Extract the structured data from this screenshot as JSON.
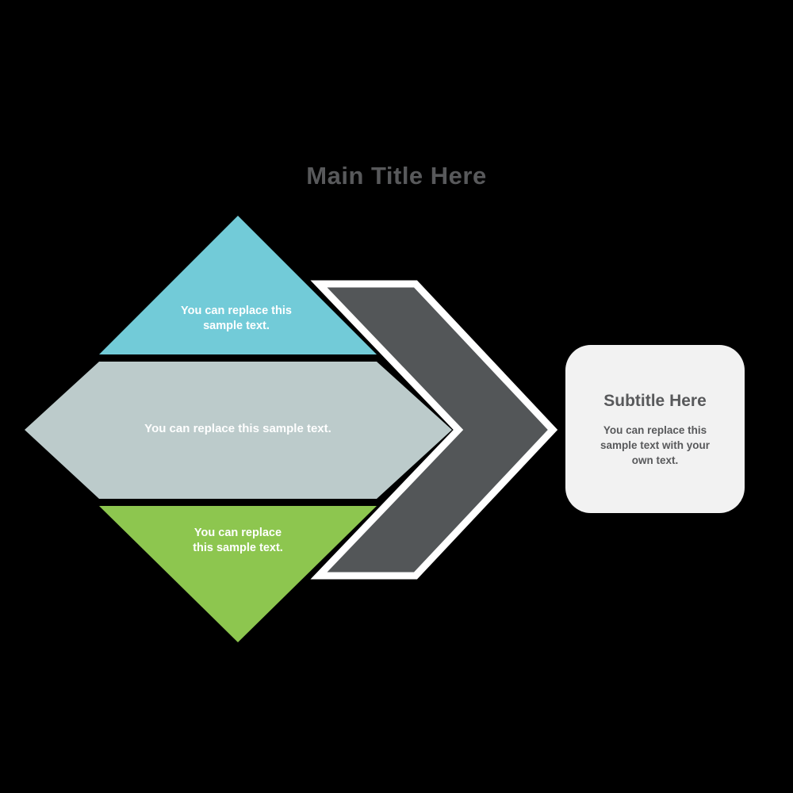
{
  "slide": {
    "background_color": "#000000",
    "title": "Main Title Here"
  },
  "diamond": {
    "segments": [
      {
        "id": "top",
        "shape": "triangle-up",
        "fill": "#72CBD8",
        "text": "You can replace this\nsample text.",
        "text_color": "#FFFFFF"
      },
      {
        "id": "middle",
        "shape": "hexagon-band",
        "fill": "#BCCBCB",
        "text": "You can replace this sample text.",
        "text_color": "#FFFFFF"
      },
      {
        "id": "bottom",
        "shape": "triangle-down",
        "fill": "#8DC64F",
        "text": "You can replace\nthis sample text.",
        "text_color": "#FFFFFF"
      }
    ]
  },
  "arrow": {
    "name": "chevron-right-arrow",
    "fill": "#535658",
    "stroke": "#FFFFFF"
  },
  "card": {
    "background_color": "#F2F2F2",
    "title": "Subtitle Here",
    "body": "You can replace this\nsample text with your\nown text.",
    "text_color": "#58595B"
  }
}
